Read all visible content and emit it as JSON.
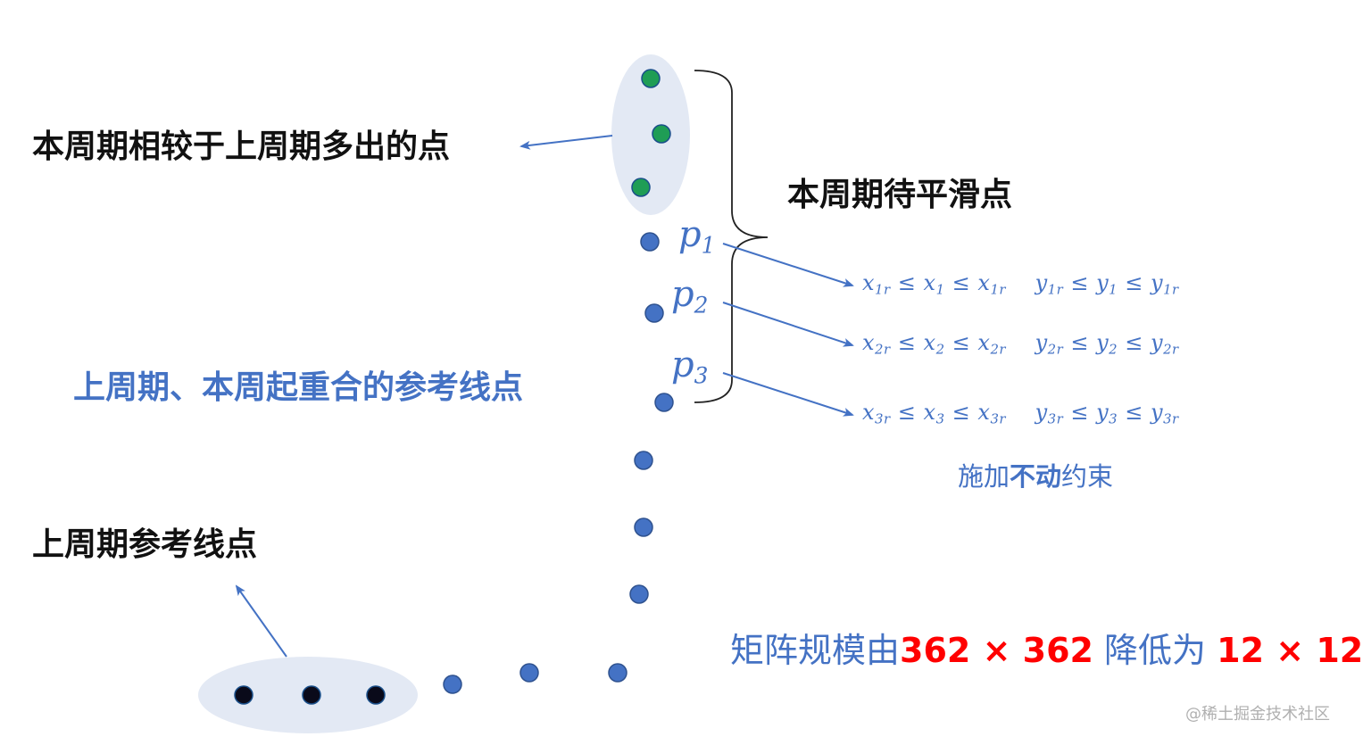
{
  "labels": {
    "extra_points": "本周期相较于上周期多出的点",
    "smooth_points": "本周期待平滑点",
    "overlap_points": "上周期、本周起重合的参考线点",
    "prev_points": "上周期参考线点"
  },
  "points": [
    {
      "name": "p",
      "sub": "1"
    },
    {
      "name": "p",
      "sub": "2"
    },
    {
      "name": "p",
      "sub": "3"
    }
  ],
  "constraints": [
    {
      "x_lo": "x",
      "x_lo_sub": "1r",
      "x": "x",
      "x_sub": "1",
      "x_hi": "x",
      "x_hi_sub": "1r",
      "y_lo": "y",
      "y_lo_sub": "1r",
      "y": "y",
      "y_sub": "1",
      "y_hi": "y",
      "y_hi_sub": "1r"
    },
    {
      "x_lo": "x",
      "x_lo_sub": "2r",
      "x": "x",
      "x_sub": "2",
      "x_hi": "x",
      "x_hi_sub": "2r",
      "y_lo": "y",
      "y_lo_sub": "2r",
      "y": "y",
      "y_sub": "2",
      "y_hi": "y",
      "y_hi_sub": "2r"
    },
    {
      "x_lo": "x",
      "x_lo_sub": "3r",
      "x": "x",
      "x_sub": "3",
      "x_hi": "x",
      "x_hi_sub": "3r",
      "y_lo": "y",
      "y_lo_sub": "3r",
      "y": "y",
      "y_sub": "3",
      "y_hi": "y",
      "y_hi_sub": "3r"
    }
  ],
  "leq_symbol": "≤",
  "constraint_note": {
    "prefix": "施加",
    "bold": "不动",
    "suffix": "约束"
  },
  "matrix_note": {
    "prefix": "矩阵规模由",
    "from": "362 × 362",
    "middle": " 降低为 ",
    "to": "12 × 12"
  },
  "watermark": "@稀土掘金技术社区",
  "colors": {
    "blue_point": "#4472c4",
    "green_point": "#1f9d55",
    "black_point": "#0a0a1a",
    "ellipse_fill": "#e3e9f4",
    "arrow": "#4472c4",
    "red": "#ff0000"
  }
}
